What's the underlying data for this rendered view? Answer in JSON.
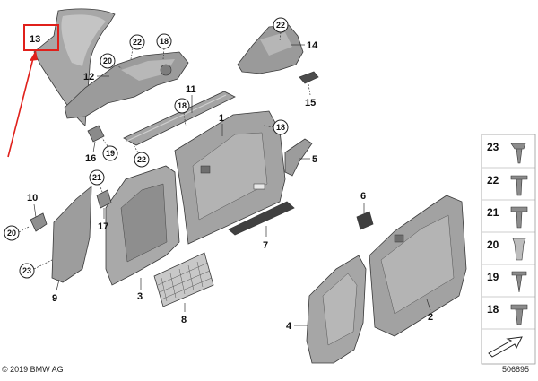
{
  "diagram": {
    "part_labels": {
      "p1": "1",
      "p2": "2",
      "p3": "3",
      "p4": "4",
      "p5": "5",
      "p6": "6",
      "p7": "7",
      "p8": "8",
      "p9": "9",
      "p10": "10",
      "p11": "11",
      "p12": "12",
      "p13": "13",
      "p14": "14",
      "p15": "15",
      "p16": "16",
      "p17": "17"
    },
    "circle_labels": {
      "c18a": "18",
      "c18b": "18",
      "c18c": "18",
      "c19": "19",
      "c20a": "20",
      "c20b": "20",
      "c21": "21",
      "c22a": "22",
      "c22b": "22",
      "c22c": "22",
      "c23": "23"
    },
    "legend": [
      "23",
      "22",
      "21",
      "20",
      "19",
      "18"
    ],
    "highlight_color": "#e0201b",
    "copyright": "© 2019 BMW AG",
    "diagram_id": "506895"
  }
}
